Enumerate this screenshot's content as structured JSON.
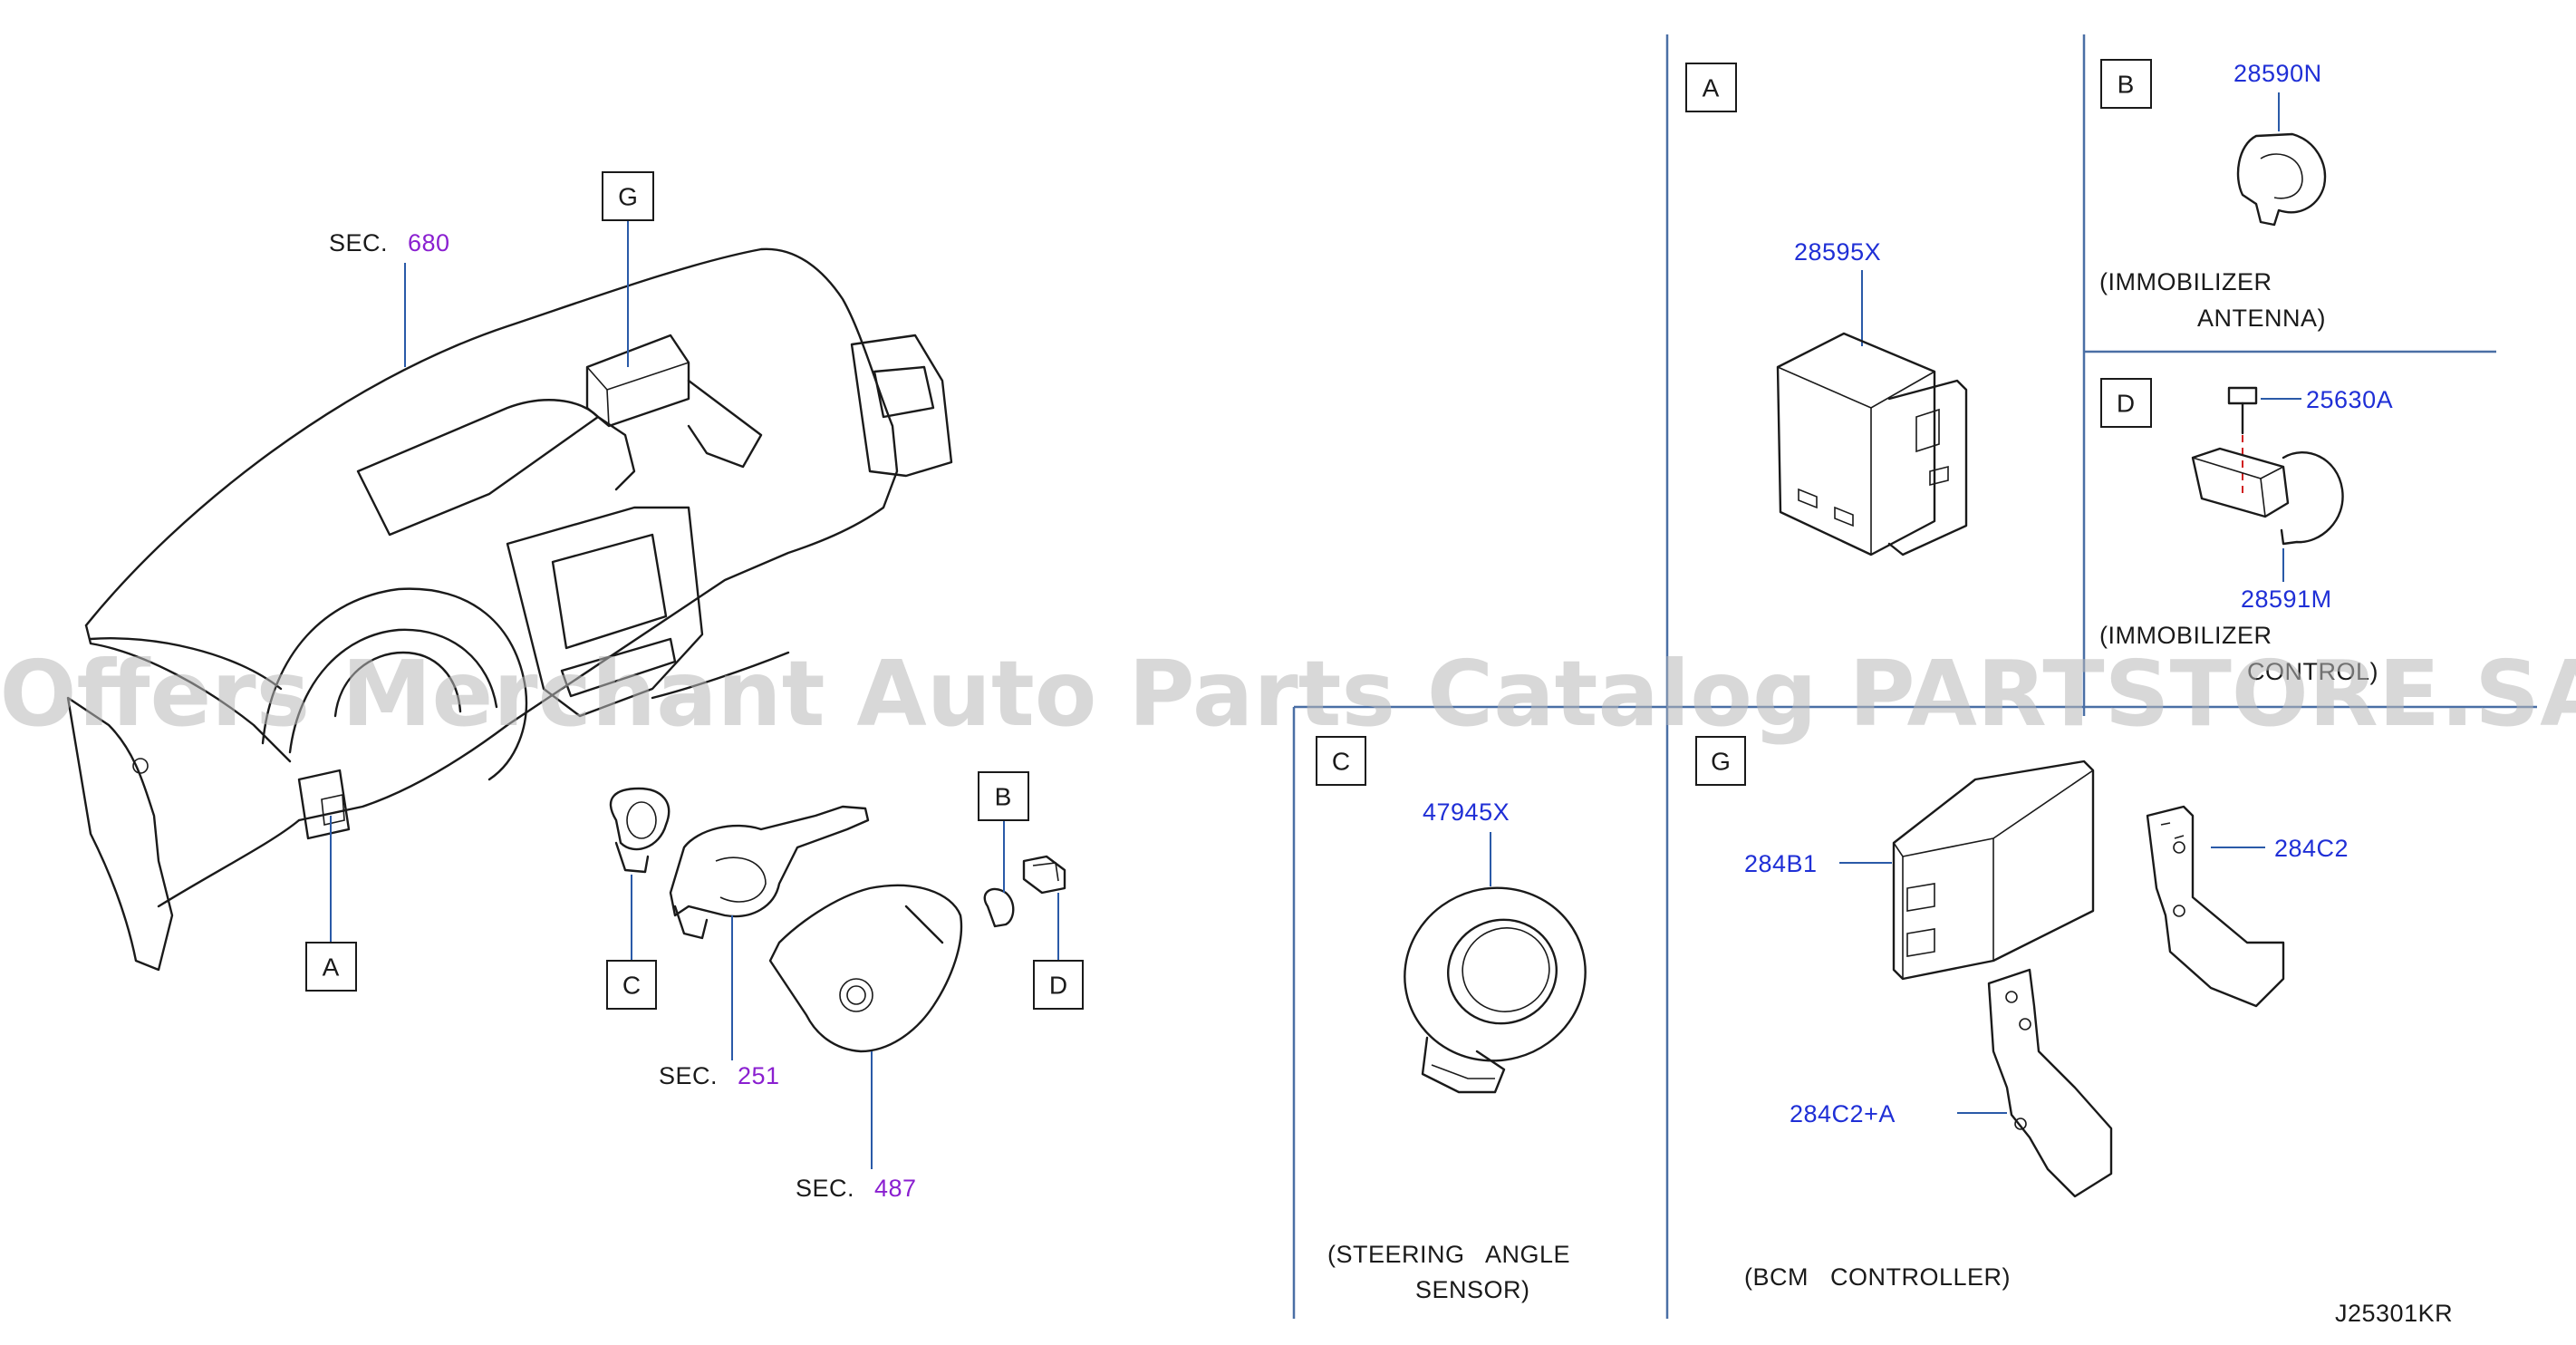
{
  "watermark": "Offers Merchant Auto Parts Catalog PARTSTORE.SA",
  "sections": {
    "sec_680": {
      "prefix": "SEC.",
      "number": "680"
    },
    "sec_251": {
      "prefix": "SEC.",
      "number": "251"
    },
    "sec_487": {
      "prefix": "SEC.",
      "number": "487"
    }
  },
  "callouts": {
    "A": "A",
    "B": "B",
    "C": "C",
    "D": "D",
    "G": "G"
  },
  "panels": {
    "A": {
      "label": "A",
      "parts": [
        "28595X"
      ]
    },
    "B": {
      "label": "B",
      "parts": [
        "28590N"
      ],
      "caption": [
        "(IMMOBILIZER",
        "ANTENNA)"
      ]
    },
    "D": {
      "label": "D",
      "parts": [
        "25630A",
        "28591M"
      ],
      "caption": [
        "(IMMOBILIZER",
        "CONTROL)"
      ]
    },
    "C": {
      "label": "C",
      "parts": [
        "47945X"
      ],
      "caption": [
        "(STEERING   ANGLE",
        "SENSOR)"
      ]
    },
    "G": {
      "label": "G",
      "parts": [
        "284B1",
        "284C2",
        "284C2+A"
      ],
      "caption": [
        "(BCM   CONTROLLER)"
      ]
    }
  },
  "diagram_code": "J25301KR",
  "colors": {
    "part_number": "#1f2fd6",
    "section_number": "#8a1fd0",
    "divider": "#4a6fa5",
    "leader": "#2a5aa8"
  }
}
